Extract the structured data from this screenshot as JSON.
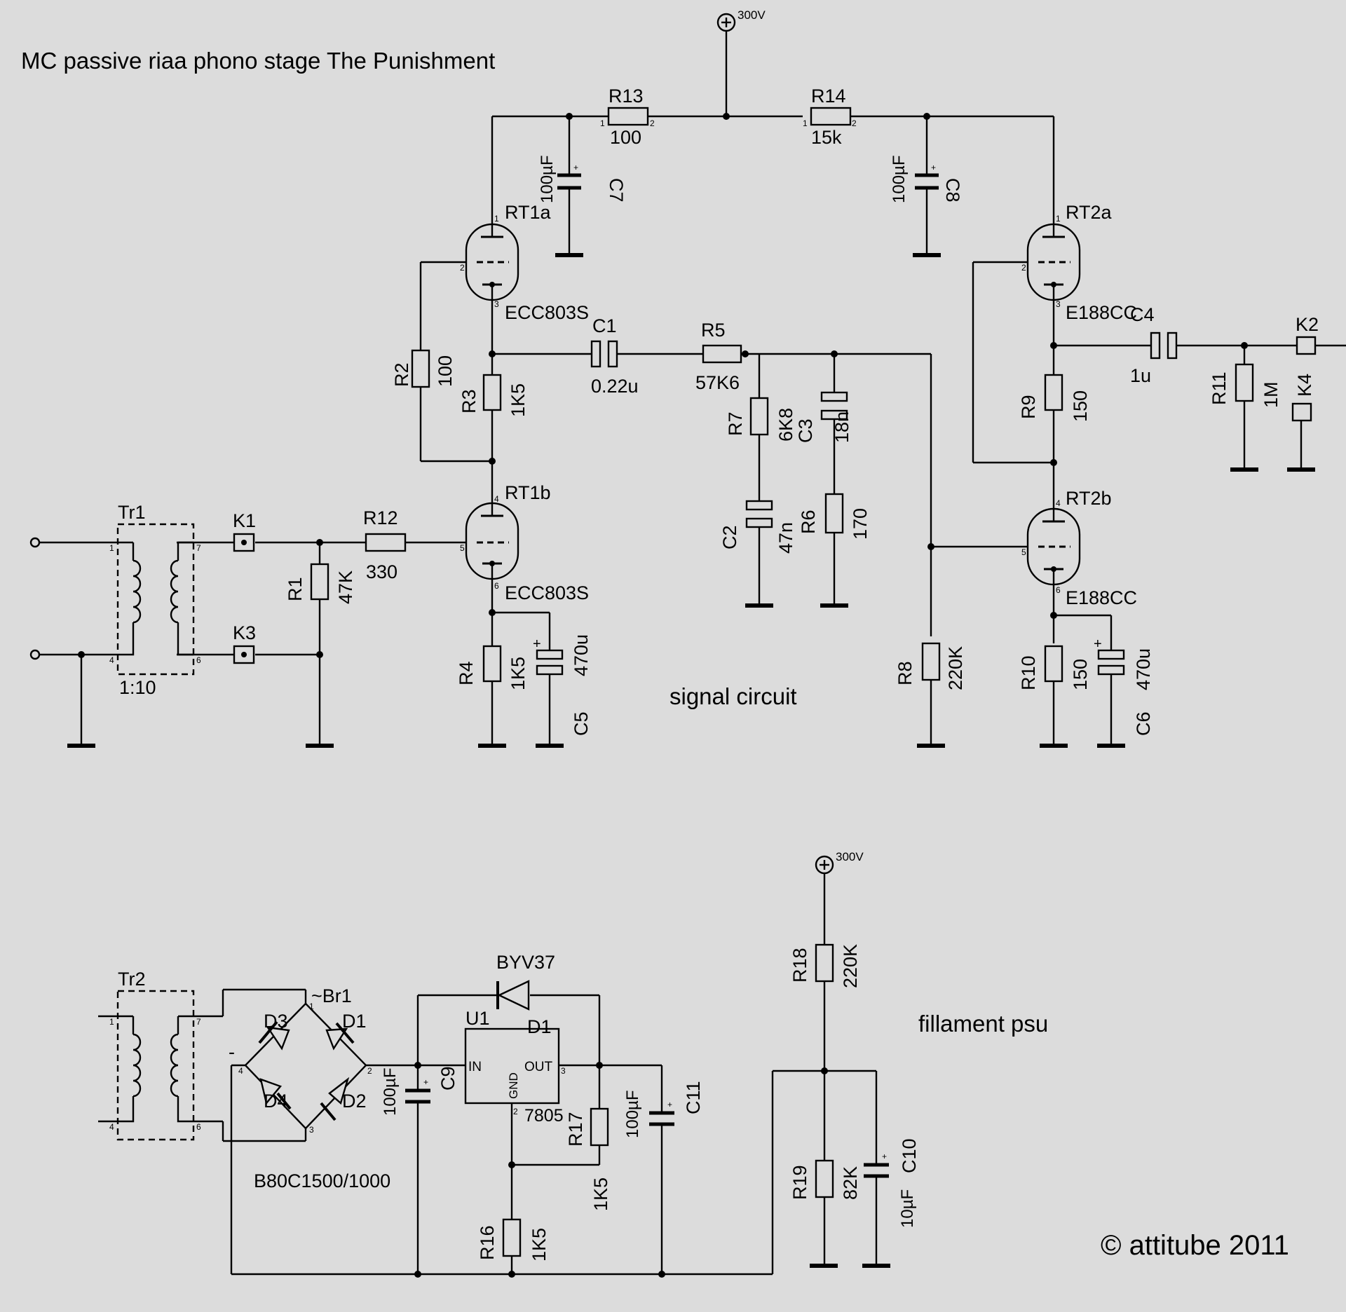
{
  "title": "MC passive riaa phono stage The Punishment",
  "copyright": "© attitube 2011",
  "sections": {
    "signal": "signal circuit",
    "psu": "fillament psu"
  },
  "supply": {
    "label": "300V"
  },
  "components": {
    "R1": {
      "ref": "R1",
      "value": "47K"
    },
    "R2": {
      "ref": "R2",
      "value": "100"
    },
    "R3": {
      "ref": "R3",
      "value": "1K5"
    },
    "R4": {
      "ref": "R4",
      "value": "1K5"
    },
    "R5": {
      "ref": "R5",
      "value": "57K6"
    },
    "R6": {
      "ref": "R6",
      "value": "170"
    },
    "R7": {
      "ref": "R7",
      "value": "6K8"
    },
    "R8": {
      "ref": "R8",
      "value": "220K"
    },
    "R9": {
      "ref": "R9",
      "value": "150"
    },
    "R10": {
      "ref": "R10",
      "value": "150"
    },
    "R11": {
      "ref": "R11",
      "value": "1M"
    },
    "R12": {
      "ref": "R12",
      "value": "330"
    },
    "R13": {
      "ref": "R13",
      "value": "100"
    },
    "R14": {
      "ref": "R14",
      "value": "15k"
    },
    "R16": {
      "ref": "R16",
      "value": "1K5"
    },
    "R17": {
      "ref": "R17",
      "value": "1K5"
    },
    "R18": {
      "ref": "R18",
      "value": "220K"
    },
    "R19": {
      "ref": "R19",
      "value": "82K"
    },
    "C1": {
      "ref": "C1",
      "value": "0.22u"
    },
    "C2": {
      "ref": "C2",
      "value": "47n"
    },
    "C3": {
      "ref": "C3",
      "value": "18n"
    },
    "C4": {
      "ref": "C4",
      "value": "1u"
    },
    "C5": {
      "ref": "C5",
      "value": "470u"
    },
    "C6": {
      "ref": "C6",
      "value": "470u"
    },
    "C7": {
      "ref": "C7",
      "value": "100µF"
    },
    "C8": {
      "ref": "C8",
      "value": "100µF"
    },
    "C9": {
      "ref": "C9",
      "value": "100µF"
    },
    "C10": {
      "ref": "C10",
      "value": "10µF"
    },
    "C11": {
      "ref": "C11",
      "value": "100µF"
    },
    "RT1a": {
      "ref": "RT1a",
      "value": "ECC803S"
    },
    "RT1b": {
      "ref": "RT1b",
      "value": "ECC803S"
    },
    "RT2a": {
      "ref": "RT2a",
      "value": "E188CC"
    },
    "RT2b": {
      "ref": "RT2b",
      "value": "E188CC"
    },
    "Tr1": {
      "ref": "Tr1",
      "value": "1:10"
    },
    "Tr2": {
      "ref": "Tr2"
    },
    "K1": {
      "ref": "K1"
    },
    "K2": {
      "ref": "K2"
    },
    "K3": {
      "ref": "K3"
    },
    "K4": {
      "ref": "K4"
    },
    "Br1": {
      "ref": "~Br1",
      "value": "B80C1500/1000"
    },
    "D1": {
      "ref": "D1"
    },
    "D2": {
      "ref": "D2"
    },
    "D3": {
      "ref": "D3"
    },
    "D4": {
      "ref": "D4"
    },
    "DBYV": {
      "ref": "BYV37"
    },
    "U1": {
      "ref": "U1",
      "value": "7805",
      "in": "IN",
      "out": "OUT",
      "gnd": "GND",
      "extra": "D1"
    }
  },
  "pins": {
    "p1": "1",
    "p2": "2",
    "p3": "3",
    "p4": "4",
    "p5": "5",
    "p6": "6",
    "p7": "7",
    "plus": "+",
    "minus": "-"
  }
}
